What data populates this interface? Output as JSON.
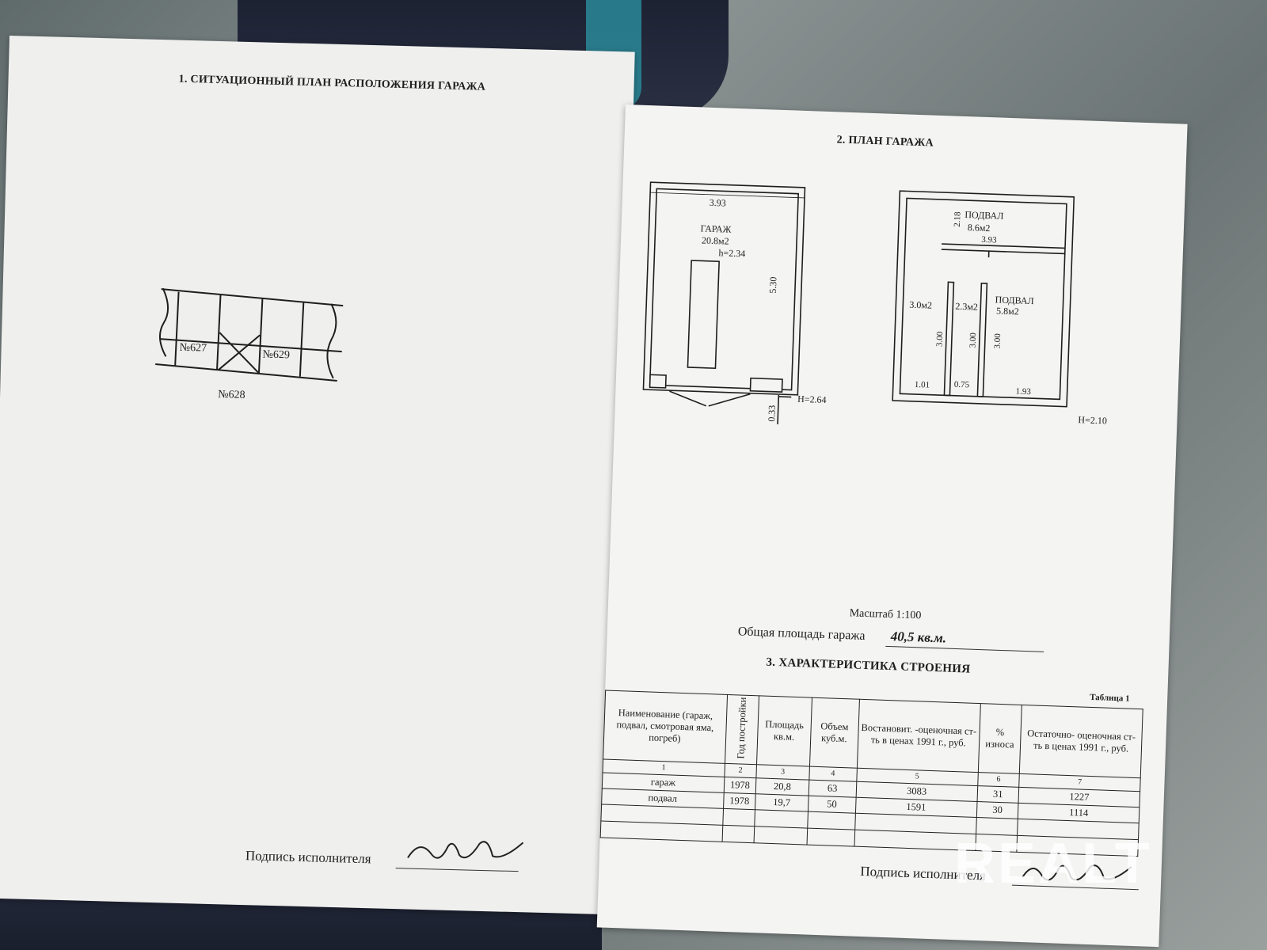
{
  "left_page": {
    "heading": "1. СИТУАЦИОННЫЙ ПЛАН РАСПОЛОЖЕНИЯ ГАРАЖА",
    "plots": {
      "left": "№627",
      "right": "№629",
      "bottom": "№628"
    },
    "signature_label": "Подпись исполнителя"
  },
  "right_page": {
    "heading": "2. ПЛАН ГАРАЖА",
    "garage_plan": {
      "room_name": "ГАРАЖ",
      "room_area": "20.8м2",
      "room_height": "h=2.34",
      "width_dim": "3.93",
      "length_dim": "5.30",
      "gate_dim": "0.33",
      "total_height": "H=2.64"
    },
    "basement_plan": {
      "top_name": "ПОДВАЛ",
      "top_area": "8.6м2",
      "top_depth_dim": "2.18",
      "top_width_dim": "3.93",
      "room1_area": "3.0м2",
      "room2_area": "2.3м2",
      "room3_name": "ПОДВАЛ",
      "room3_area": "5.8м2",
      "dim_300_a": "3.00",
      "dim_300_b": "3.00",
      "dim_300_c": "3.00",
      "dim_101": "1.01",
      "dim_075": "0.75",
      "dim_193": "1.93",
      "total_height": "H=2.10"
    },
    "scale": "Масштаб 1:100",
    "total_area_label": "Общая площадь гаража",
    "total_area_value": "40,5 кв.м.",
    "section3_heading": "3. ХАРАКТЕРИСТИКА СТРОЕНИЯ",
    "table_caption": "Таблица 1",
    "table": {
      "headers": [
        "Наименование (гараж, подвал, смотровая яма, погреб)",
        "Год постройки",
        "Площадь кв.м.",
        "Объем куб.м.",
        "Востановит. -оценочная ст-ть в ценах 1991 г., руб.",
        "% износа",
        "Остаточно- оценочная ст-ть в ценах 1991 г., руб."
      ],
      "numbers": [
        "1",
        "2",
        "3",
        "4",
        "5",
        "6",
        "7"
      ],
      "rows": [
        [
          "гараж",
          "1978",
          "20,8",
          "63",
          "3083",
          "31",
          "1227"
        ],
        [
          "подвал",
          "1978",
          "19,7",
          "50",
          "1591",
          "30",
          "1114"
        ]
      ]
    },
    "signature_label": "Подпись исполнителя"
  },
  "watermark": "REALT"
}
